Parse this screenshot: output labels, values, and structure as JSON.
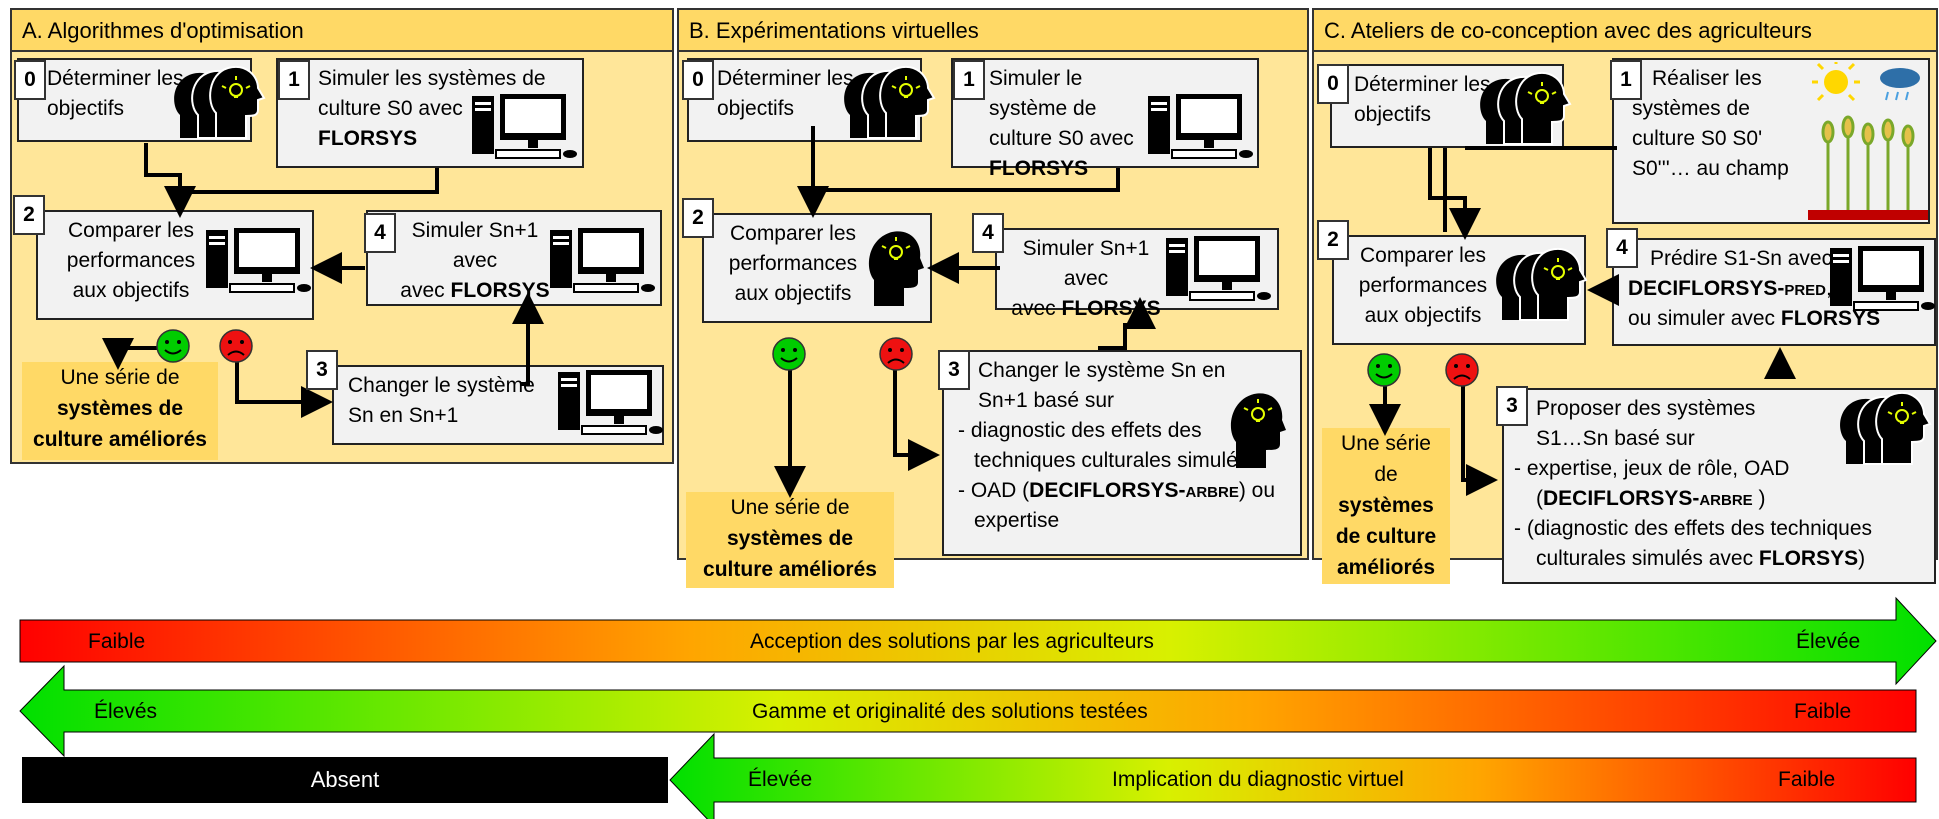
{
  "panels": {
    "a": {
      "title": "A. Algorithmes d'optimisation",
      "step0": {
        "num": "0",
        "text": "Déterminer les objectifs"
      },
      "step1": {
        "num": "1",
        "text1": "Simuler les systèmes de culture S0 avec",
        "text2": "FLORSYS"
      },
      "step2": {
        "num": "2",
        "text": "Comparer les performances aux objectifs"
      },
      "step4": {
        "num": "4",
        "text1": "Simuler Sn+1 avec",
        "text2": "FLORSYS"
      },
      "step3": {
        "num": "3",
        "text": "Changer le système Sn en Sn+1"
      },
      "result": {
        "l1": "Une série de",
        "l2": "systèmes de",
        "l3": "culture améliorés"
      }
    },
    "b": {
      "title": "B. Expérimentations virtuelles",
      "step0": {
        "num": "0",
        "text": "Déterminer les objectifs"
      },
      "step1": {
        "num": "1",
        "text1": "Simuler le système de culture S0 avec",
        "text2": "FLORSYS"
      },
      "step2": {
        "num": "2",
        "text": "Comparer les performances aux objectifs"
      },
      "step4": {
        "num": "4",
        "text1": "Simuler Sn+1 avec",
        "text2": "FLORSYS"
      },
      "step3": {
        "num": "3",
        "l1": "Changer le système Sn en",
        "l2": "Sn+1 basé sur",
        "l3": "- diagnostic des effets des",
        "l4": "techniques culturales simulés",
        "l5a": "- OAD (",
        "l5b": "DECIFLORSYS-arbre",
        "l5c": ") ou",
        "l6": "expertise"
      },
      "result": {
        "l1": "Une série de",
        "l2": "systèmes de",
        "l3": "culture améliorés"
      }
    },
    "c": {
      "title": "C. Ateliers de co-conception avec des agriculteurs",
      "step0": {
        "num": "0",
        "text": "Déterminer les objectifs"
      },
      "step1": {
        "num": "1",
        "l1": "Réaliser les",
        "l2": "systèmes de",
        "l3": "culture S0 S0'",
        "l4": "S0'''…  au champ"
      },
      "step2": {
        "num": "2",
        "text": "Comparer les performances aux objectifs"
      },
      "step4": {
        "num": "4",
        "l1": "Prédire S1-Sn avec",
        "l2b": "DECIFLORSYS-pred",
        "l2c": ",",
        "l3a": "ou simuler avec ",
        "l3b": "FLORSYS"
      },
      "step3": {
        "num": "3",
        "l1": "Proposer des systèmes",
        "l2": "S1…Sn basé sur",
        "l3": "- expertise, jeux de rôle, OAD",
        "l4a": "(",
        "l4b": "DECIFLORSYS-arbre",
        "l4c": " )",
        "l5": "- (diagnostic des effets des techniques",
        "l6a": "culturales simulés avec ",
        "l6b": "FLORSYS",
        "l6c": ")"
      },
      "result": {
        "l1": "Une série",
        "l2": "de",
        "l3": "systèmes",
        "l4": "de culture",
        "l5": "améliorés"
      }
    }
  },
  "scales": {
    "acceptance": {
      "label": "Acception des solutions par les agriculteurs",
      "left": "Faible",
      "right": "Élevée"
    },
    "range": {
      "label": "Gamme et originalité des solutions testées",
      "left": "Élevés",
      "right": "Faible"
    },
    "absent": "Absent",
    "virtual": {
      "label": "Implication du diagnostic virtuel",
      "left": "Élevée",
      "right": "Faible"
    }
  },
  "colors": {
    "panel": "#ffe699",
    "header": "#ffd966",
    "box": "#f2f2f2",
    "smile": "#00cc00",
    "frown": "#ee1111"
  }
}
